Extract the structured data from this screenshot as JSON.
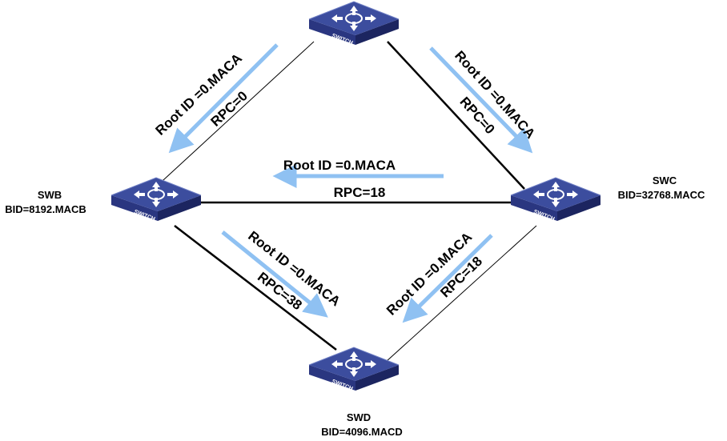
{
  "colors": {
    "arrow": "#8fc1f2",
    "switch_top": "#3c4d9e",
    "switch_front": "#2a3680",
    "switch_side": "#1c2560",
    "line": "#000000"
  },
  "switches": {
    "top": {
      "device_label": "SWITCH",
      "name": "",
      "bid": "",
      "icon": "switch-icon"
    },
    "swb": {
      "device_label": "SWITCH",
      "name": "SWB",
      "bid": "BID=8192.MACB",
      "icon": "switch-icon"
    },
    "swc": {
      "device_label": "SWITCH",
      "name": "SWC",
      "bid": "BID=32768.MACC",
      "icon": "switch-icon"
    },
    "swd": {
      "device_label": "SWITCH",
      "name": "SWD",
      "bid": "BID=4096.MACD",
      "icon": "switch-icon"
    }
  },
  "links": {
    "top_swb": {
      "root_id": "Root ID =0.MACA",
      "rpc": "RPC=0"
    },
    "top_swc": {
      "root_id": "Root ID =0.MACA",
      "rpc": "RPC=0"
    },
    "swc_swb": {
      "root_id": "Root ID =0.MACA",
      "rpc": "RPC=18"
    },
    "swb_swd": {
      "root_id": "Root ID =0.MACA",
      "rpc": "RPC=38"
    },
    "swc_swd": {
      "root_id": "Root ID =0.MACA",
      "rpc": "RPC=18"
    }
  }
}
